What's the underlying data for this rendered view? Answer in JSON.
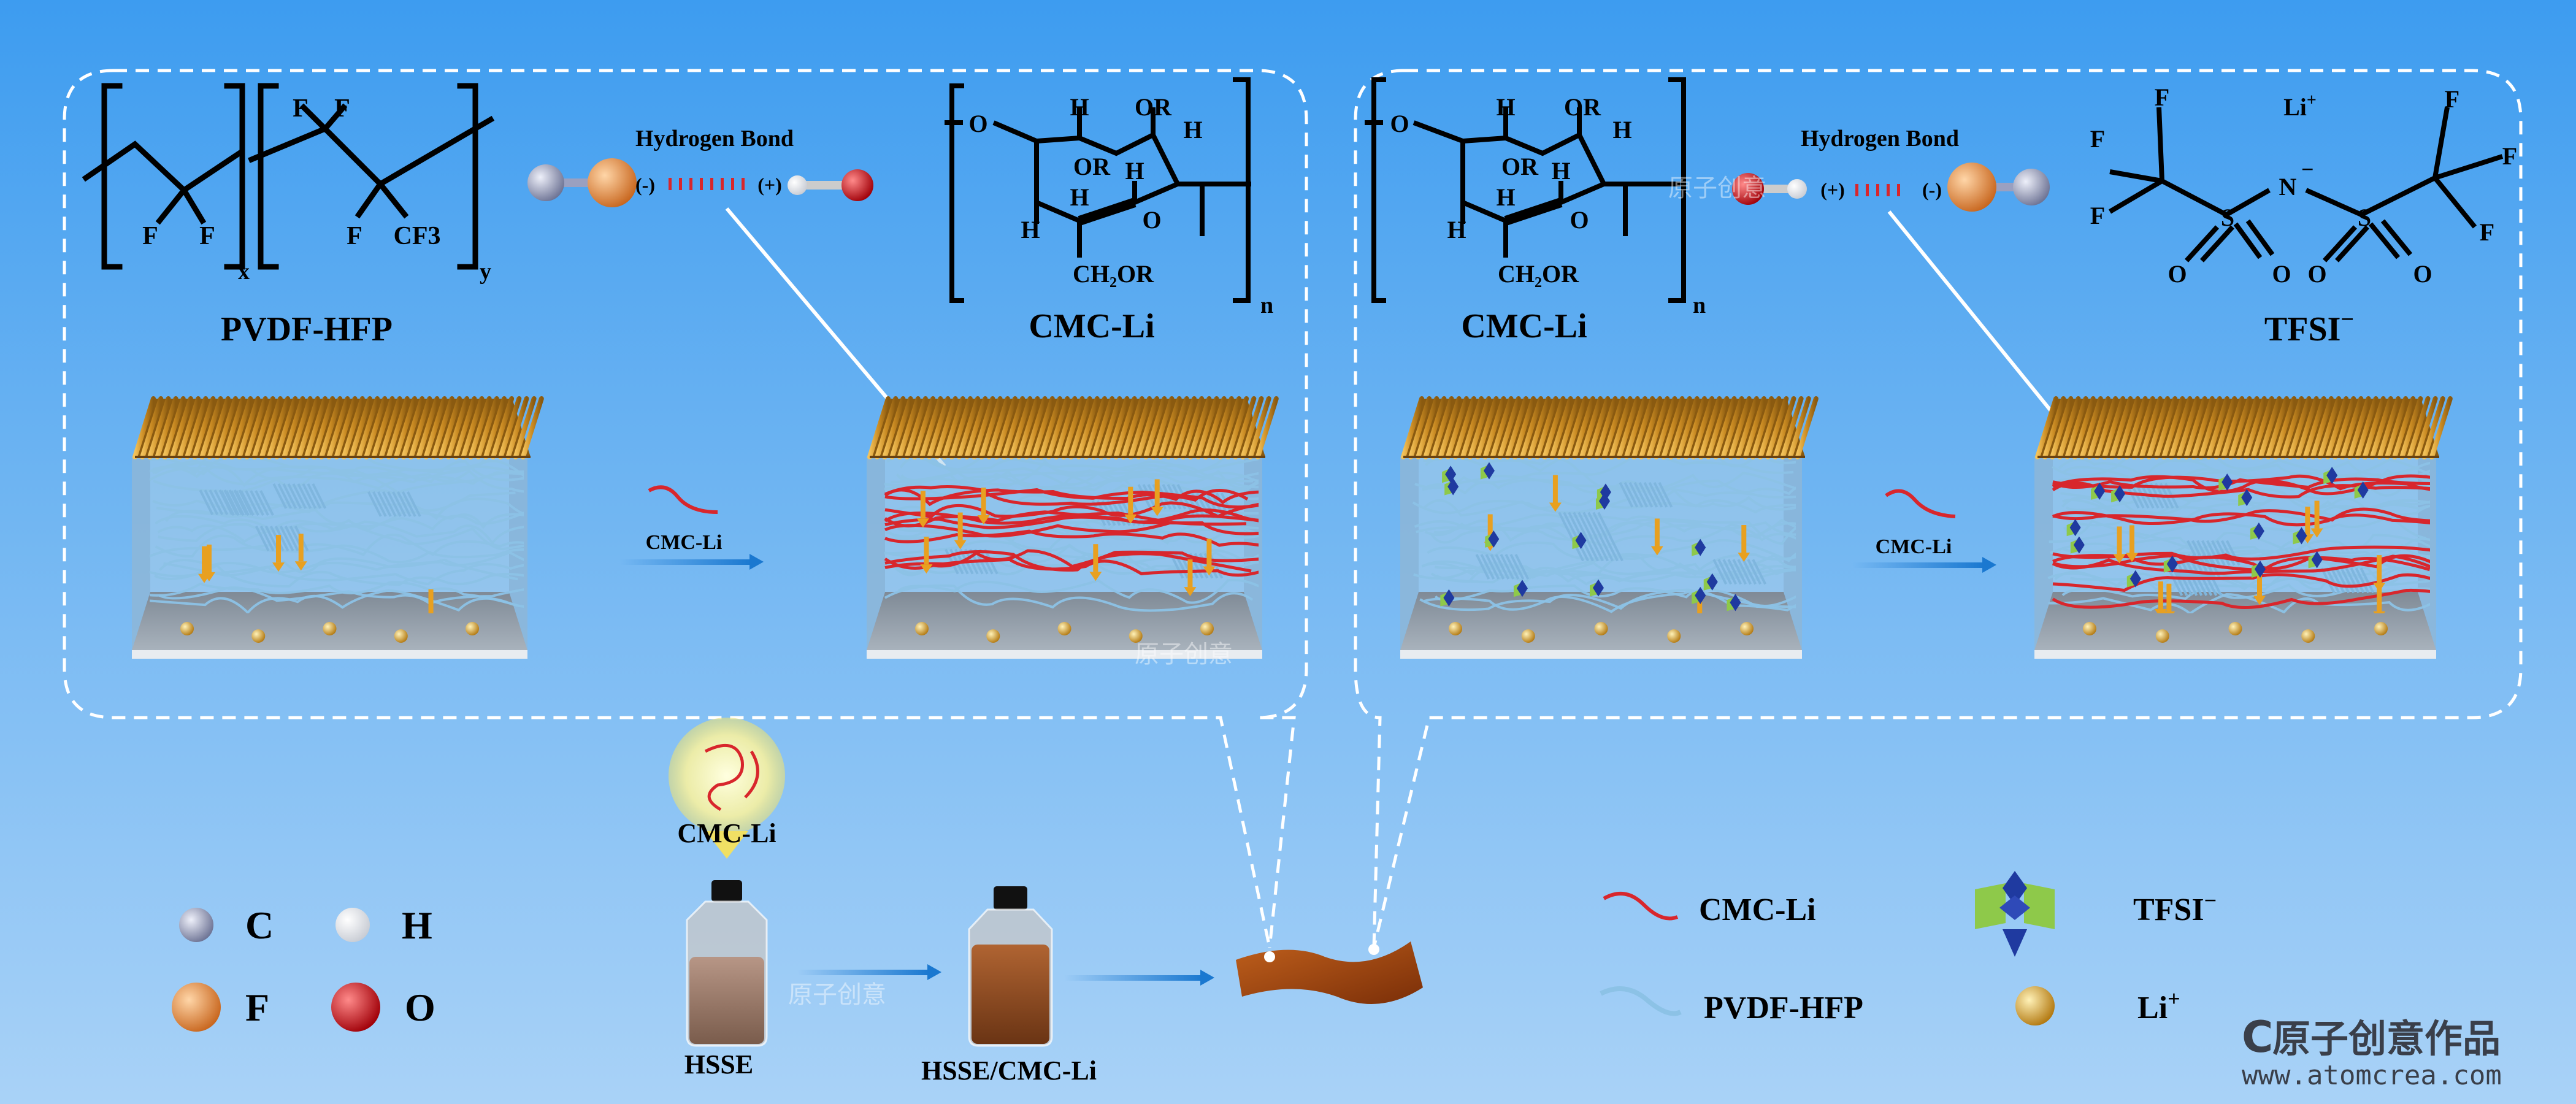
{
  "colors": {
    "background_top": "#3d9cf0",
    "background_bottom": "#a9d2f7",
    "carbon": "#9ea4c4",
    "hydrogen": "#f4f4f4",
    "fluorine": "#e8914a",
    "oxygen": "#d8101a",
    "cmc_li_chain": "#d8262c",
    "pvdf_hfp_chain": "#8cc2e6",
    "li_ion": "#d79a1c",
    "tfsi_green": "#8ec94a",
    "tfsi_blue": "#1f3aa0",
    "electrolyte_film": "#a34412",
    "separator_top": "#c98a22",
    "arrow": "#1a78d0"
  },
  "left_panel": {
    "pvdf_structure": {
      "atoms": [
        "F",
        "F",
        "F",
        "F",
        "F",
        "CF3"
      ],
      "sub_x": "x",
      "sub_y": "y",
      "name": "PVDF-HFP"
    },
    "bond": {
      "title": "Hydrogen Bond",
      "minus": "(-)",
      "plus": "(+)"
    },
    "cmc_structure": {
      "atoms": [
        "O",
        "H",
        "OR",
        "H",
        "OR",
        "H",
        "H",
        "H",
        "O",
        "CH₂OR"
      ],
      "sub_n": "n",
      "name": "CMC-Li"
    },
    "arrow_label": "CMC-Li"
  },
  "right_panel": {
    "cmc_structure": {
      "atoms": [
        "O",
        "H",
        "OR",
        "H",
        "OR",
        "H",
        "H",
        "H",
        "O",
        "CH₂OR"
      ],
      "sub_n": "n",
      "name": "CMC-Li"
    },
    "bond": {
      "title": "Hydrogen Bond",
      "plus": "(+)",
      "minus": "(-)"
    },
    "tfsi_structure": {
      "atoms": [
        "F",
        "F",
        "F",
        "S",
        "N",
        "S",
        "O",
        "O",
        "O",
        "O",
        "F",
        "F",
        "F"
      ],
      "n_charge": "−",
      "li": "Li",
      "li_charge": "+",
      "name": "TFSI",
      "name_charge": "−"
    },
    "arrow_label": "CMC-Li"
  },
  "bottom": {
    "bulb_label": "CMC-Li",
    "bottle1_label": "HSSE",
    "bottle2_label": "HSSE/CMC-Li"
  },
  "atom_legend": [
    {
      "symbol": "C",
      "color": "#9ea4c4"
    },
    {
      "symbol": "H",
      "color": "#f4f4f4"
    },
    {
      "symbol": "F",
      "color": "#e8914a"
    },
    {
      "symbol": "O",
      "color": "#d8101a"
    }
  ],
  "component_legend": {
    "cmc": "CMC-Li",
    "pvdf": "PVDF-HFP",
    "tfsi": "TFSI",
    "tfsi_charge": "−",
    "li": "Li",
    "li_charge": "+"
  },
  "watermark": {
    "brand": "原子创意作品",
    "url": "www.atomcrea.com",
    "small": "原子创意"
  }
}
